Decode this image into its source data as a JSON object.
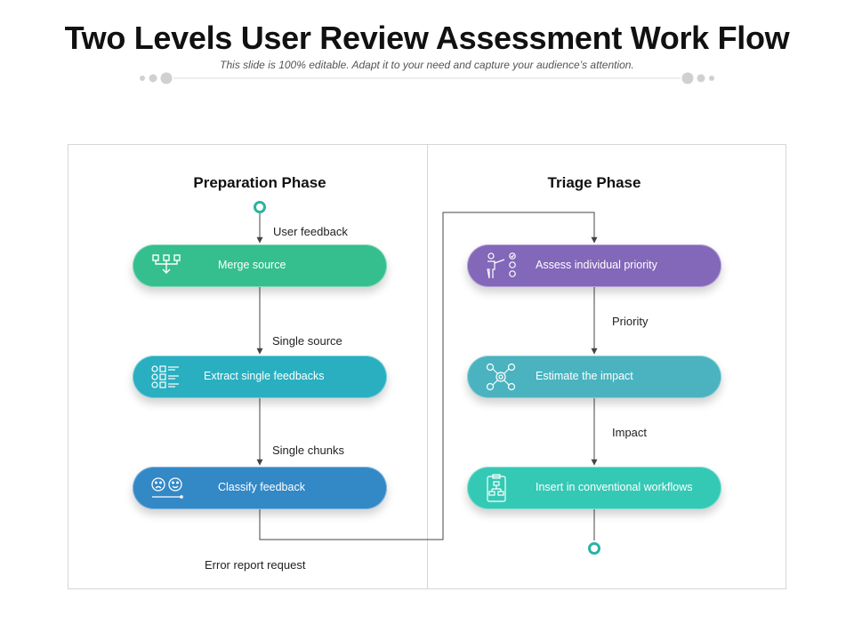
{
  "header": {
    "title": "Two Levels User Review Assessment Work Flow",
    "subtitle": "This slide is 100% editable. Adapt it to your need and capture your audience’s attention."
  },
  "phases": {
    "preparation": {
      "title": "Preparation Phase",
      "steps": [
        {
          "label": "Merge source",
          "icon": "merge-flow-icon",
          "color": "#35bf8e"
        },
        {
          "label": "Extract single feedbacks",
          "icon": "checklist-icon",
          "color": "#29afc0"
        },
        {
          "label": "Classify feedback",
          "icon": "sad-happy-faces-icon",
          "color": "#3388c6"
        }
      ],
      "edge_labels": [
        "User feedback",
        "Single source",
        "Single chunks",
        "Error report request"
      ]
    },
    "triage": {
      "title": "Triage Phase",
      "steps": [
        {
          "label": "Assess individual  priority",
          "icon": "presenter-checklist-icon",
          "color": "#8367b9"
        },
        {
          "label": "Estimate the impact",
          "icon": "gear-network-icon",
          "color": "#4ab3bf"
        },
        {
          "label": "Insert  in conventional  workflows",
          "icon": "clipboard-flowchart-icon",
          "color": "#34c9b5"
        }
      ],
      "edge_labels": [
        "Priority",
        "Impact"
      ]
    }
  },
  "colors": {
    "start_end_node": "#2bb3a3",
    "connector": "#444444",
    "panel_border": "#d6d6d6"
  }
}
